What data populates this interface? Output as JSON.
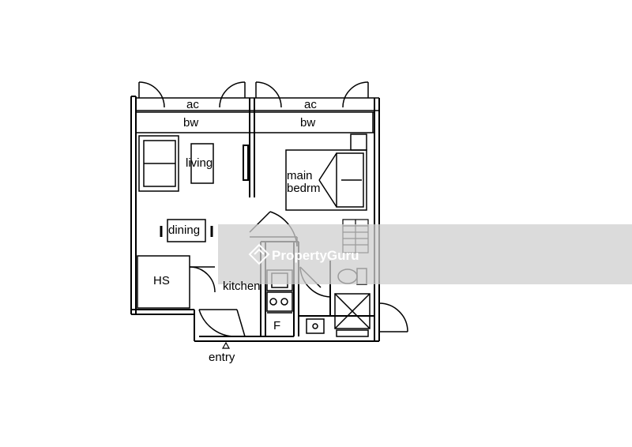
{
  "labels": {
    "ac_left": "ac",
    "ac_right": "ac",
    "bw_left": "bw",
    "bw_right": "bw",
    "living": "living",
    "main_bedrm_line1": "main",
    "main_bedrm_line2": "bedrm",
    "dining": "dining",
    "hs": "HS",
    "kitchen": "kitchen",
    "fridge": "F",
    "entry": "entry"
  },
  "watermark": {
    "brand": "PropertyGuru",
    "band_color": "#cfcfcf"
  },
  "colors": {
    "line": "#000000",
    "background": "#ffffff"
  }
}
